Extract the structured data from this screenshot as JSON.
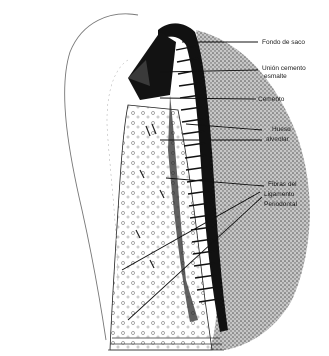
{
  "labels": {
    "fondo_saco": "Fondo de saco",
    "union_line1": "Unión cemento",
    "union_line2": "esmalte",
    "cemento": "Cemento",
    "hueso_line1": "Hueso",
    "hueso_line2": "alveolar",
    "fibras_line1": "Fibras del",
    "fibras_line2": "Ligamento",
    "fibras_line3": "Periodontal"
  },
  "colors": {
    "ink": "#111111",
    "stipple": "#8a8a8a",
    "paper": "#ffffff"
  }
}
